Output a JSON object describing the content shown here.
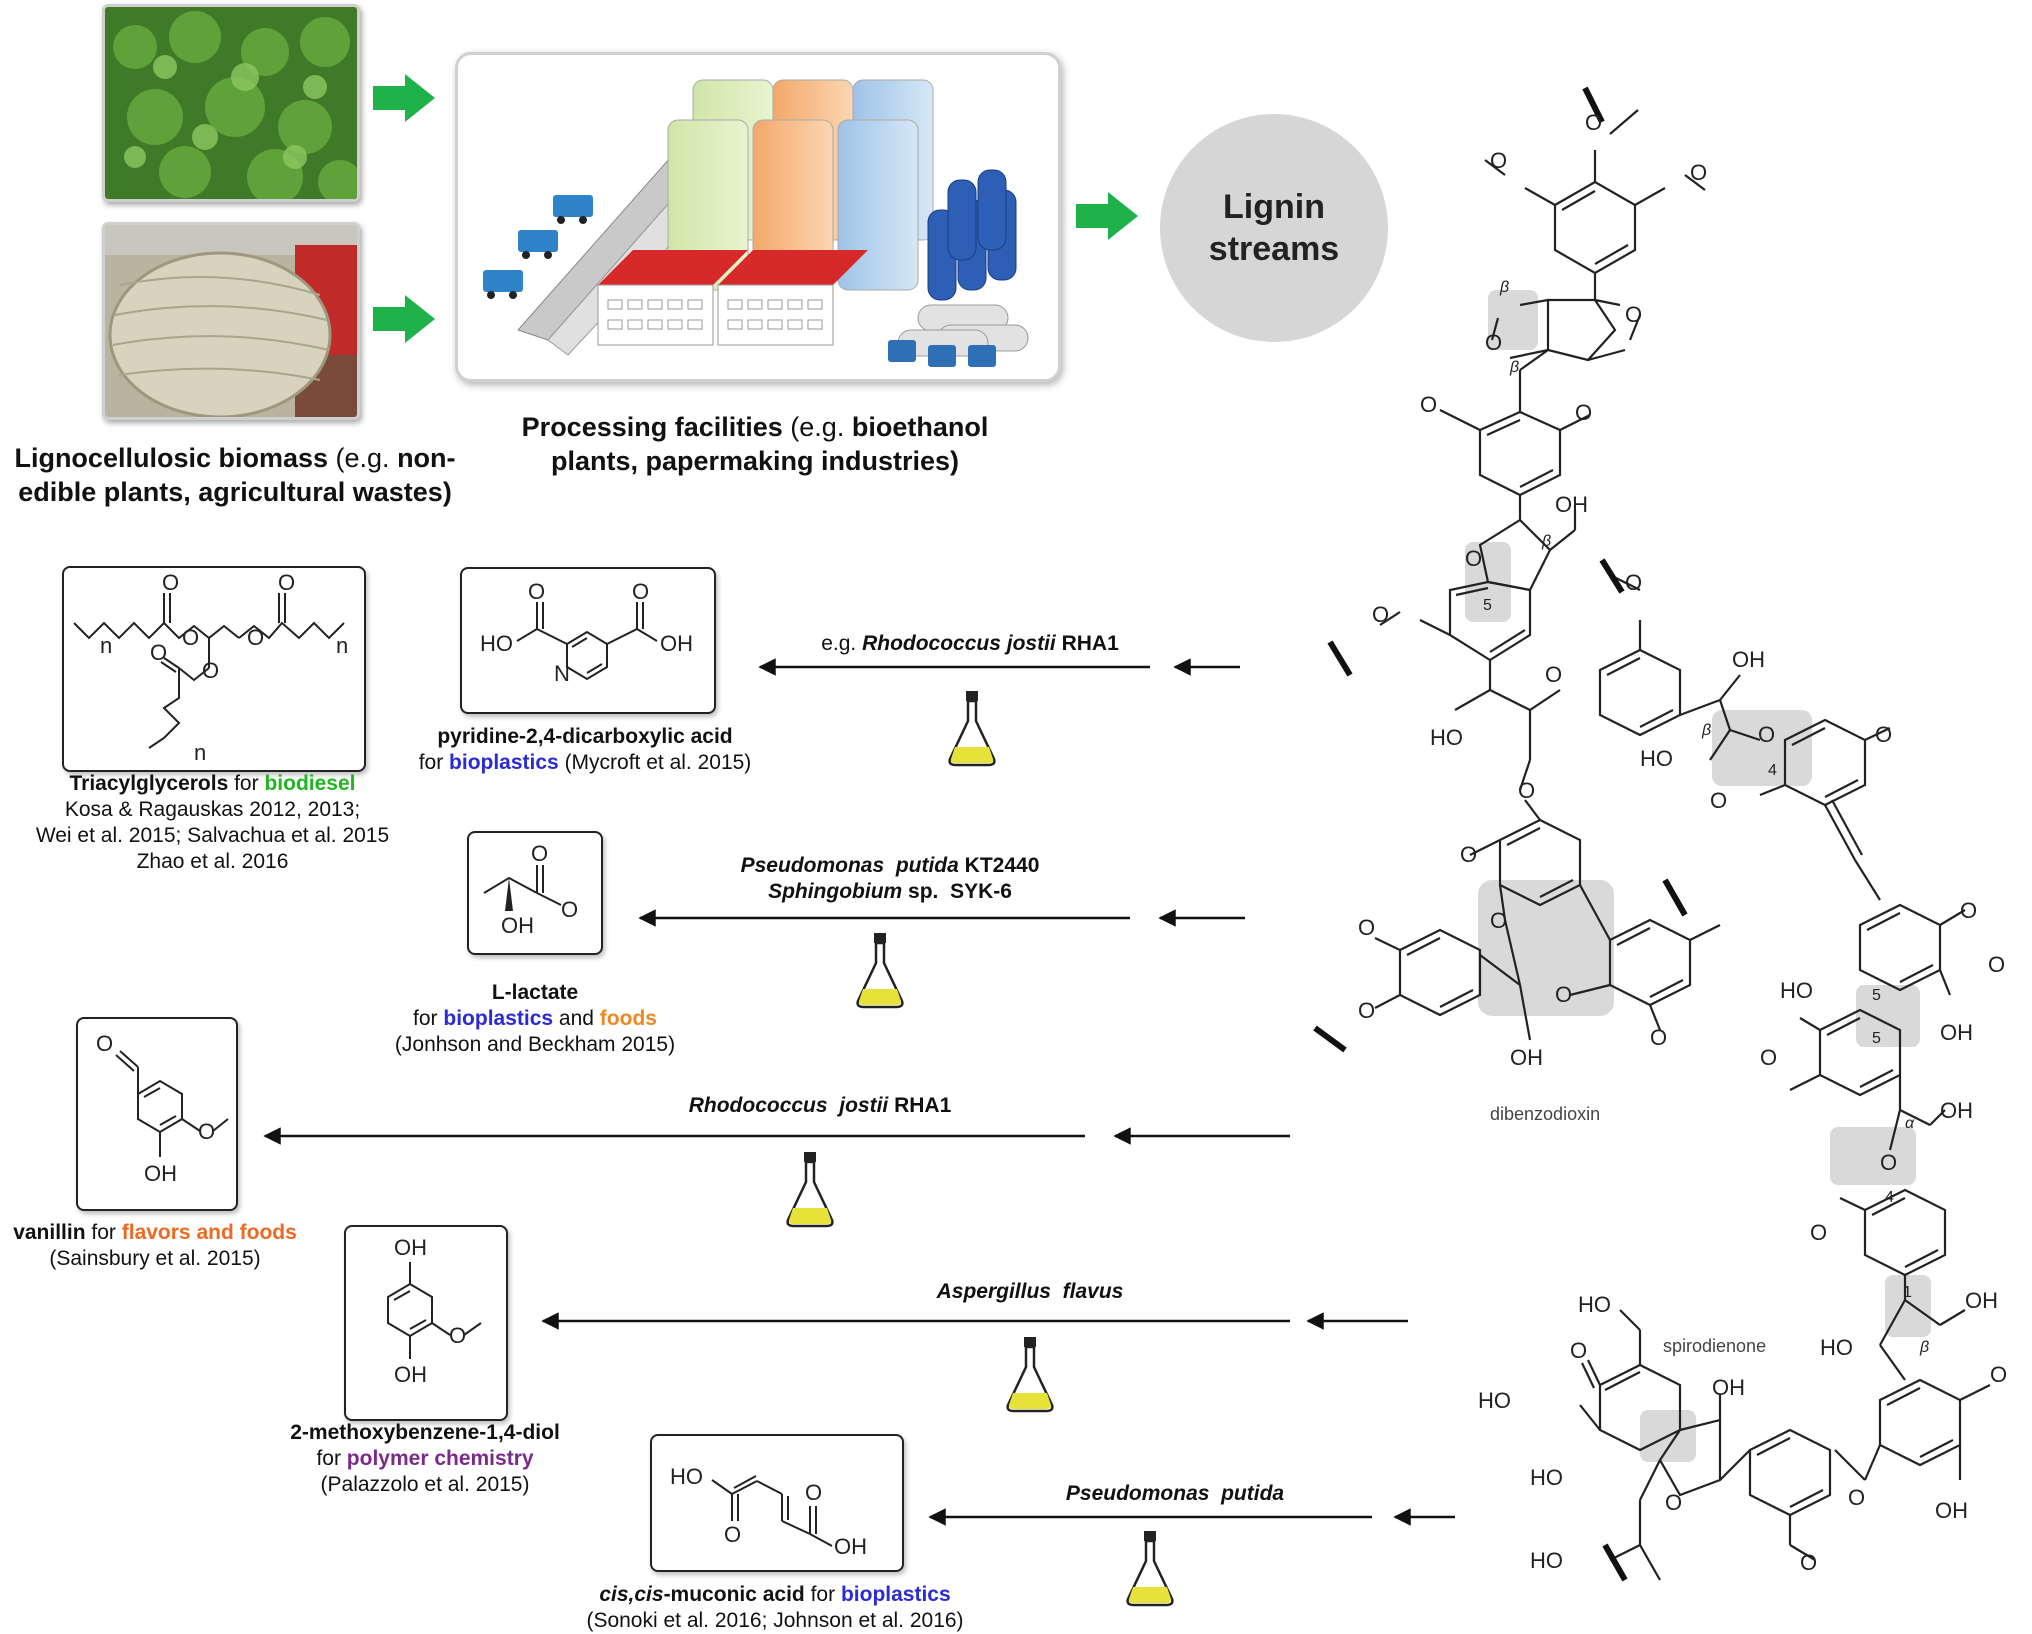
{
  "top": {
    "biomass_caption_bold1": "Lignocellulosic biomass",
    "biomass_caption_normal": " (e.g. ",
    "biomass_caption_bold2": "non-",
    "biomass_caption_line2": "edible plants, agricultural wastes)",
    "processing_bold1": "Processing facilities",
    "processing_normal": " (e.g. ",
    "processing_bold2": "bioethanol",
    "processing_line2": "plants, papermaking industries)",
    "lignin_line1": "Lignin",
    "lignin_line2": "streams"
  },
  "products": [
    {
      "id": "triacylglycerols",
      "name_bold": "Triacylglycerols",
      "name_for": " for ",
      "use": "biodiesel",
      "use_color": "#22b522",
      "refs": [
        "Kosa & Ragauskas 2012, 2013;",
        "Wei et al. 2015; Salvachua et al. 2015",
        "Zhao et al. 2016"
      ]
    },
    {
      "id": "pdc",
      "name_bold": "pyridine-2,4-dicarboxylic acid",
      "line2_for": "for ",
      "use": "bioplastics",
      "use_color": "#2a2ad6",
      "ref": " (Mycroft et al. 2015)",
      "organism_prefix": "e.g. ",
      "organism": "Rhodococcus jostii",
      "organism_suffix": " RHA1"
    },
    {
      "id": "lactate",
      "name_bold": "L-lactate",
      "line2_for": "for ",
      "use": "bioplastics",
      "use_and": " and ",
      "use2": "foods",
      "ref": "(Jonhson and Beckham 2015)",
      "organism1": "Pseudomonas  putida",
      "organism1_suffix": " KT2440",
      "organism2": "Sphingobium",
      "organism2_suffix": " sp.  SYK-6"
    },
    {
      "id": "vanillin",
      "name": "vanillin",
      "name_for": " for ",
      "use": "flavors and foods",
      "ref": "(Sainsbury et al. 2015)",
      "organism": "Rhodococcus  jostii",
      "organism_suffix": " RHA1"
    },
    {
      "id": "methoxyhydroquinone",
      "name_bold": "2-methoxybenzene-1,4-diol",
      "line2_for": "for ",
      "use": "polymer chemistry",
      "ref": "(Palazzolo et al. 2015)",
      "organism": "Aspergillus  flavus"
    },
    {
      "id": "muconic",
      "name_italic": "cis,cis",
      "name_bold": "-muconic acid",
      "name_for": " for ",
      "use": "bioplastics",
      "ref": "(Sonoki et al. 2016; Johnson et al. 2016)",
      "organism": "Pseudomonas  putida"
    }
  ],
  "chem_labels": {
    "OH": "OH",
    "HO": "HO",
    "O": "O",
    "n": "n",
    "N": "N",
    "Ominus": "O",
    "beta": "β",
    "alpha": "α",
    "five": "5",
    "four": "4",
    "one": "1",
    "dibenzodioxin": "dibenzodioxin",
    "spirodienone": "spirodienone"
  },
  "colors": {
    "green_arrow": "#1fb24a",
    "bioplastics": "#2a2ad6",
    "biodiesel": "#22b522",
    "foods": "#ee8a22",
    "polymer": "#7a2a8a",
    "highlight": "#d9d9d9"
  }
}
